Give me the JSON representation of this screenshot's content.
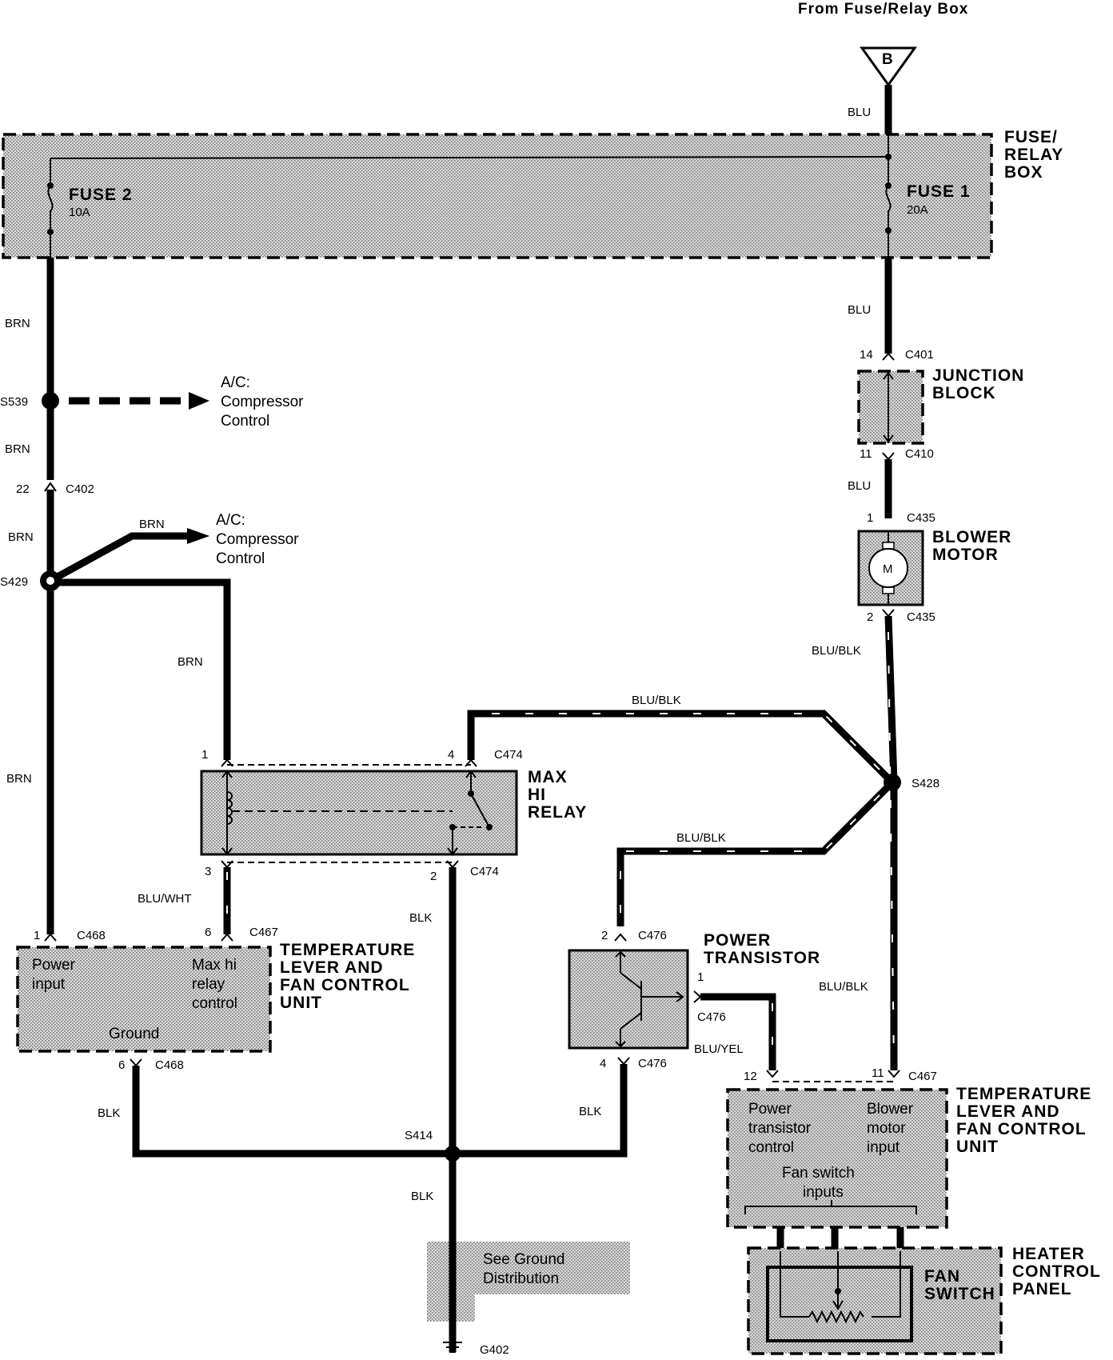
{
  "header": {
    "source": "From  Fuse/Relay Box"
  },
  "connector_b": "B",
  "fuse_relay_box": {
    "title": [
      "FUSE/",
      "RELAY",
      "BOX"
    ],
    "fuse1": {
      "name": "FUSE 1",
      "rating": "20A"
    },
    "fuse2": {
      "name": "FUSE 2",
      "rating": "10A"
    }
  },
  "junction_block": {
    "title": [
      "JUNCTION",
      "BLOCK"
    ]
  },
  "blower_motor": {
    "title": [
      "BLOWER",
      "MOTOR"
    ],
    "symbol": "M"
  },
  "max_hi_relay": {
    "title": [
      "MAX",
      "HI",
      "RELAY"
    ]
  },
  "power_transistor": {
    "title": [
      "POWER",
      "TRANSISTOR"
    ]
  },
  "temp_unit_left": {
    "title": [
      "TEMPERATURE",
      "LEVER AND",
      "FAN CONTROL",
      "UNIT"
    ],
    "power_input": [
      "Power",
      "input"
    ],
    "max_hi": [
      "Max hi",
      "relay",
      "control"
    ],
    "ground": "Ground"
  },
  "temp_unit_right": {
    "title": [
      "TEMPERATURE",
      "LEVER AND",
      "FAN CONTROL",
      "UNIT"
    ],
    "power_transistor_control": [
      "Power",
      "transistor",
      "control"
    ],
    "blower_motor_input": [
      "Blower",
      "motor",
      "input"
    ],
    "fan_switch_inputs": [
      "Fan switch",
      "inputs"
    ]
  },
  "heater_panel": {
    "title": [
      "HEATER",
      "CONTROL",
      "PANEL"
    ],
    "fan_switch": [
      "FAN",
      "SWITCH"
    ]
  },
  "ac_compressor": [
    "A/C:",
    "Compressor",
    "Control"
  ],
  "ground_note": [
    "See Ground",
    "Distribution"
  ],
  "wire_colors": {
    "blu": "BLU",
    "brn": "BRN",
    "blk": "BLK",
    "blu_blk": "BLU/BLK",
    "blu_wht": "BLU/WHT",
    "blu_yel": "BLU/YEL"
  },
  "splices": {
    "s539": "S539",
    "s429": "S429",
    "s428": "S428",
    "s414": "S414"
  },
  "ground_point": "G402",
  "connectors": {
    "c401": "C401",
    "c410": "C410",
    "c435": "C435",
    "c402": "C402",
    "c474": "C474",
    "c468": "C468",
    "c467": "C467",
    "c476": "C476"
  },
  "pins": {
    "p14": "14",
    "p11": "11",
    "p1": "1",
    "p2": "2",
    "p22": "22",
    "p4": "4",
    "p3": "3",
    "p6": "6",
    "p12": "12"
  }
}
